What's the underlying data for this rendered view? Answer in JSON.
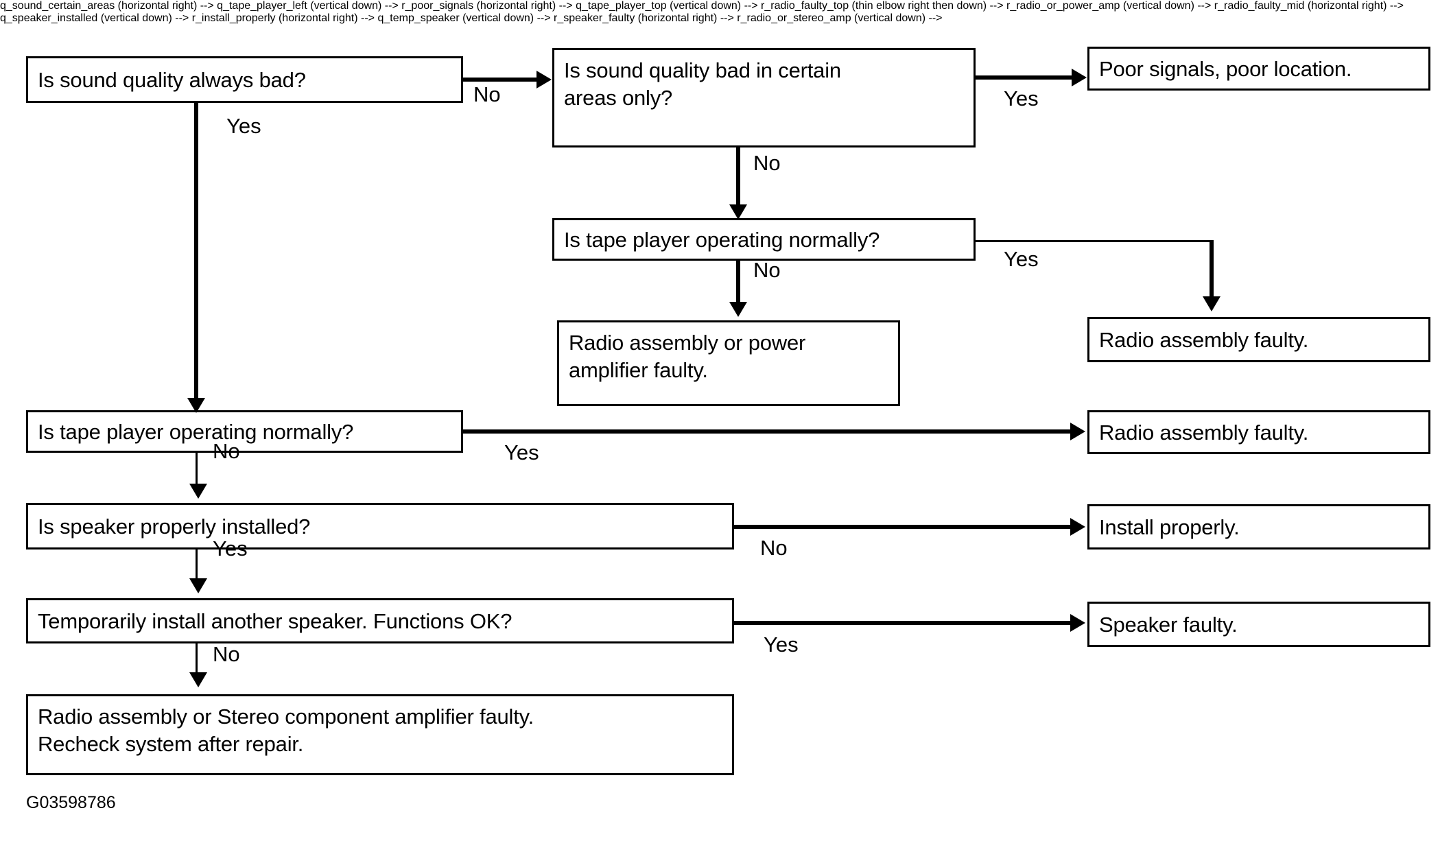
{
  "figure": {
    "code": "G03598786",
    "ink_color": "#000000",
    "background_color": "#ffffff"
  },
  "nodes": {
    "q_sound_always_bad": {
      "text": "Is sound quality always bad?"
    },
    "q_sound_certain_areas": {
      "text": "Is sound quality bad in certain\nareas only?"
    },
    "r_poor_signals": {
      "text": "Poor signals, poor location."
    },
    "q_tape_player_top": {
      "text": "Is tape player operating normally?"
    },
    "r_radio_or_power_amp": {
      "text": "Radio assembly or power\namplifier faulty."
    },
    "r_radio_faulty_top": {
      "text": "Radio assembly faulty."
    },
    "q_tape_player_left": {
      "text": "Is tape player operating normally?"
    },
    "r_radio_faulty_mid": {
      "text": "Radio assembly faulty."
    },
    "q_speaker_installed": {
      "text": "Is speaker properly installed?"
    },
    "r_install_properly": {
      "text": "Install properly."
    },
    "q_temp_speaker": {
      "text": "Temporarily install another speaker. Functions OK?"
    },
    "r_speaker_faulty": {
      "text": "Speaker faulty."
    },
    "r_radio_or_stereo_amp": {
      "text": "Radio assembly or Stereo component amplifier faulty.\nRecheck system after repair."
    }
  },
  "edge_labels": {
    "no_1": "No",
    "yes_1": "Yes",
    "yes_2": "Yes",
    "no_2": "No",
    "yes_3": "Yes",
    "no_3": "No",
    "yes_4": "Yes",
    "no_4": "No",
    "no_5": "No",
    "yes_5": "Yes",
    "yes_6": "Yes",
    "no_6": "No"
  },
  "edges": [
    {
      "from": "q_sound_always_bad",
      "to": "q_sound_certain_areas",
      "label": "No"
    },
    {
      "from": "q_sound_always_bad",
      "to": "q_tape_player_left",
      "label": "Yes"
    },
    {
      "from": "q_sound_certain_areas",
      "to": "r_poor_signals",
      "label": "Yes"
    },
    {
      "from": "q_sound_certain_areas",
      "to": "q_tape_player_top",
      "label": "No"
    },
    {
      "from": "q_tape_player_top",
      "to": "r_radio_faulty_top",
      "label": "Yes"
    },
    {
      "from": "q_tape_player_top",
      "to": "r_radio_or_power_amp",
      "label": "No"
    },
    {
      "from": "q_tape_player_left",
      "to": "r_radio_faulty_mid",
      "label": "Yes"
    },
    {
      "from": "q_tape_player_left",
      "to": "q_speaker_installed",
      "label": "No"
    },
    {
      "from": "q_speaker_installed",
      "to": "r_install_properly",
      "label": "No"
    },
    {
      "from": "q_speaker_installed",
      "to": "q_temp_speaker",
      "label": "Yes"
    },
    {
      "from": "q_temp_speaker",
      "to": "r_speaker_faulty",
      "label": "Yes"
    },
    {
      "from": "q_temp_speaker",
      "to": "r_radio_or_stereo_amp",
      "label": "No"
    }
  ]
}
